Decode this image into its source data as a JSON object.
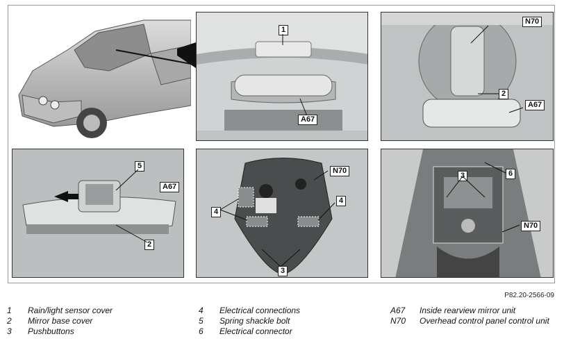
{
  "callouts": {
    "p2_1": "1",
    "p2_a67": "A67",
    "p3_n70": "N70",
    "p3_2": "2",
    "p3_a67": "A67",
    "p4_5": "5",
    "p4_a67": "A67",
    "p4_2": "2",
    "p5_n70": "N70",
    "p5_4a": "4",
    "p5_4b": "4",
    "p5_3": "3",
    "p6_3": "3",
    "p6_6": "6",
    "p6_n70": "N70"
  },
  "reference_code": "P82.20-2566-09",
  "legend": [
    {
      "key": "1",
      "text": "Rain/light sensor cover"
    },
    {
      "key": "2",
      "text": "Mirror base cover"
    },
    {
      "key": "3",
      "text": "Pushbuttons"
    },
    {
      "key": "4",
      "text": "Electrical connections"
    },
    {
      "key": "5",
      "text": "Spring shackle bolt"
    },
    {
      "key": "6",
      "text": "Electrical connector"
    },
    {
      "key": "A67",
      "text": "Inside rearview mirror unit"
    },
    {
      "key": "N70",
      "text": "Overhead control panel control unit"
    }
  ]
}
